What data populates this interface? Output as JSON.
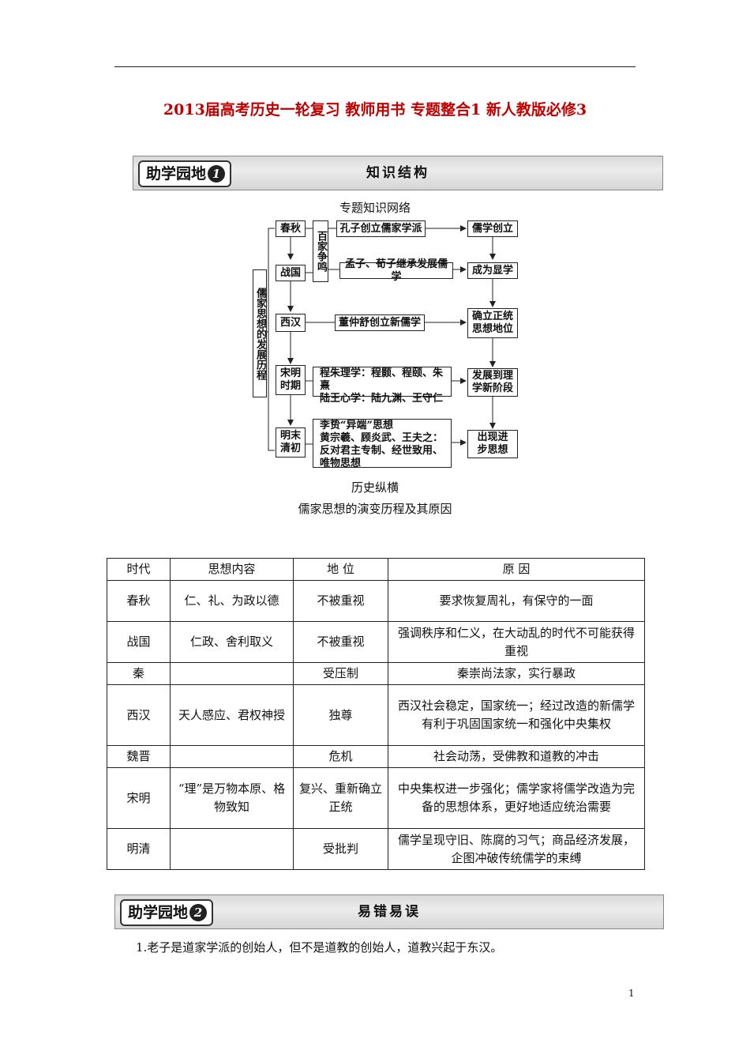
{
  "title": "2013届高考历史一轮复习 教师用书 专题整合1 新人教版必修3",
  "section1": {
    "tag": "助学园地",
    "number": "1",
    "heading": "知识结构"
  },
  "diagram": {
    "caption": "专题知识网络",
    "side_label": "儒家思想的发展历程",
    "baijia": "百家争鸣",
    "eras": [
      "春秋",
      "战国",
      "西汉",
      "宋明时期",
      "明末清初"
    ],
    "middle": [
      [
        "孔子创立儒家学派"
      ],
      [
        "孟子、荀子继承发展儒学"
      ],
      [
        "董仲舒创立新儒学"
      ],
      [
        "程朱理学：程颢、程颐、朱熹",
        "陆王心学：陆九渊、王守仁"
      ],
      [
        "李贽“异端”思想",
        "黄宗羲、顾炎武、王夫之：",
        "反对君主专制、经世致用、",
        "唯物思想"
      ]
    ],
    "results": [
      "儒学创立",
      "成为显学",
      "确立正统思想地位",
      "发展到理学新阶段",
      "出现进步思想"
    ]
  },
  "section_history": {
    "caption": "历史纵横",
    "subcaption": "儒家思想的演变历程及其原因"
  },
  "table": {
    "headers": [
      "时代",
      "思想内容",
      "地  位",
      "原  因"
    ],
    "rows": [
      [
        "春秋",
        "仁、礼、为政以德",
        "不被重视",
        "要求恢复周礼，有保守的一面"
      ],
      [
        "战国",
        "仁政、舍利取义",
        "不被重视",
        "强调秩序和仁义，在大动乱的时代不可能获得重视"
      ],
      [
        "秦",
        "",
        "受压制",
        "秦崇尚法家，实行暴政"
      ],
      [
        "西汉",
        "天人感应、君权神授",
        "独尊",
        "西汉社会稳定，国家统一；经过改造的新儒学有利于巩固国家统一和强化中央集权"
      ],
      [
        "魏晋",
        "",
        "危机",
        "社会动荡，受佛教和道教的冲击"
      ],
      [
        "宋明",
        "“理”是万物本原、格物致知",
        "复兴、重新确立正统",
        "中央集权进一步强化；儒学家将儒学改造为完备的思想体系，更好地适应统治需要"
      ],
      [
        "明清",
        "",
        "受批判",
        "儒学呈现守旧、陈腐的习气；商品经济发展，企图冲破传统儒学的束缚"
      ]
    ]
  },
  "section2": {
    "tag": "助学园地",
    "number": "2",
    "heading": "易错易误"
  },
  "note": "1.老子是道家学派的创始人，但不是道教的创始人，道教兴起于东汉。",
  "page_number": "1"
}
